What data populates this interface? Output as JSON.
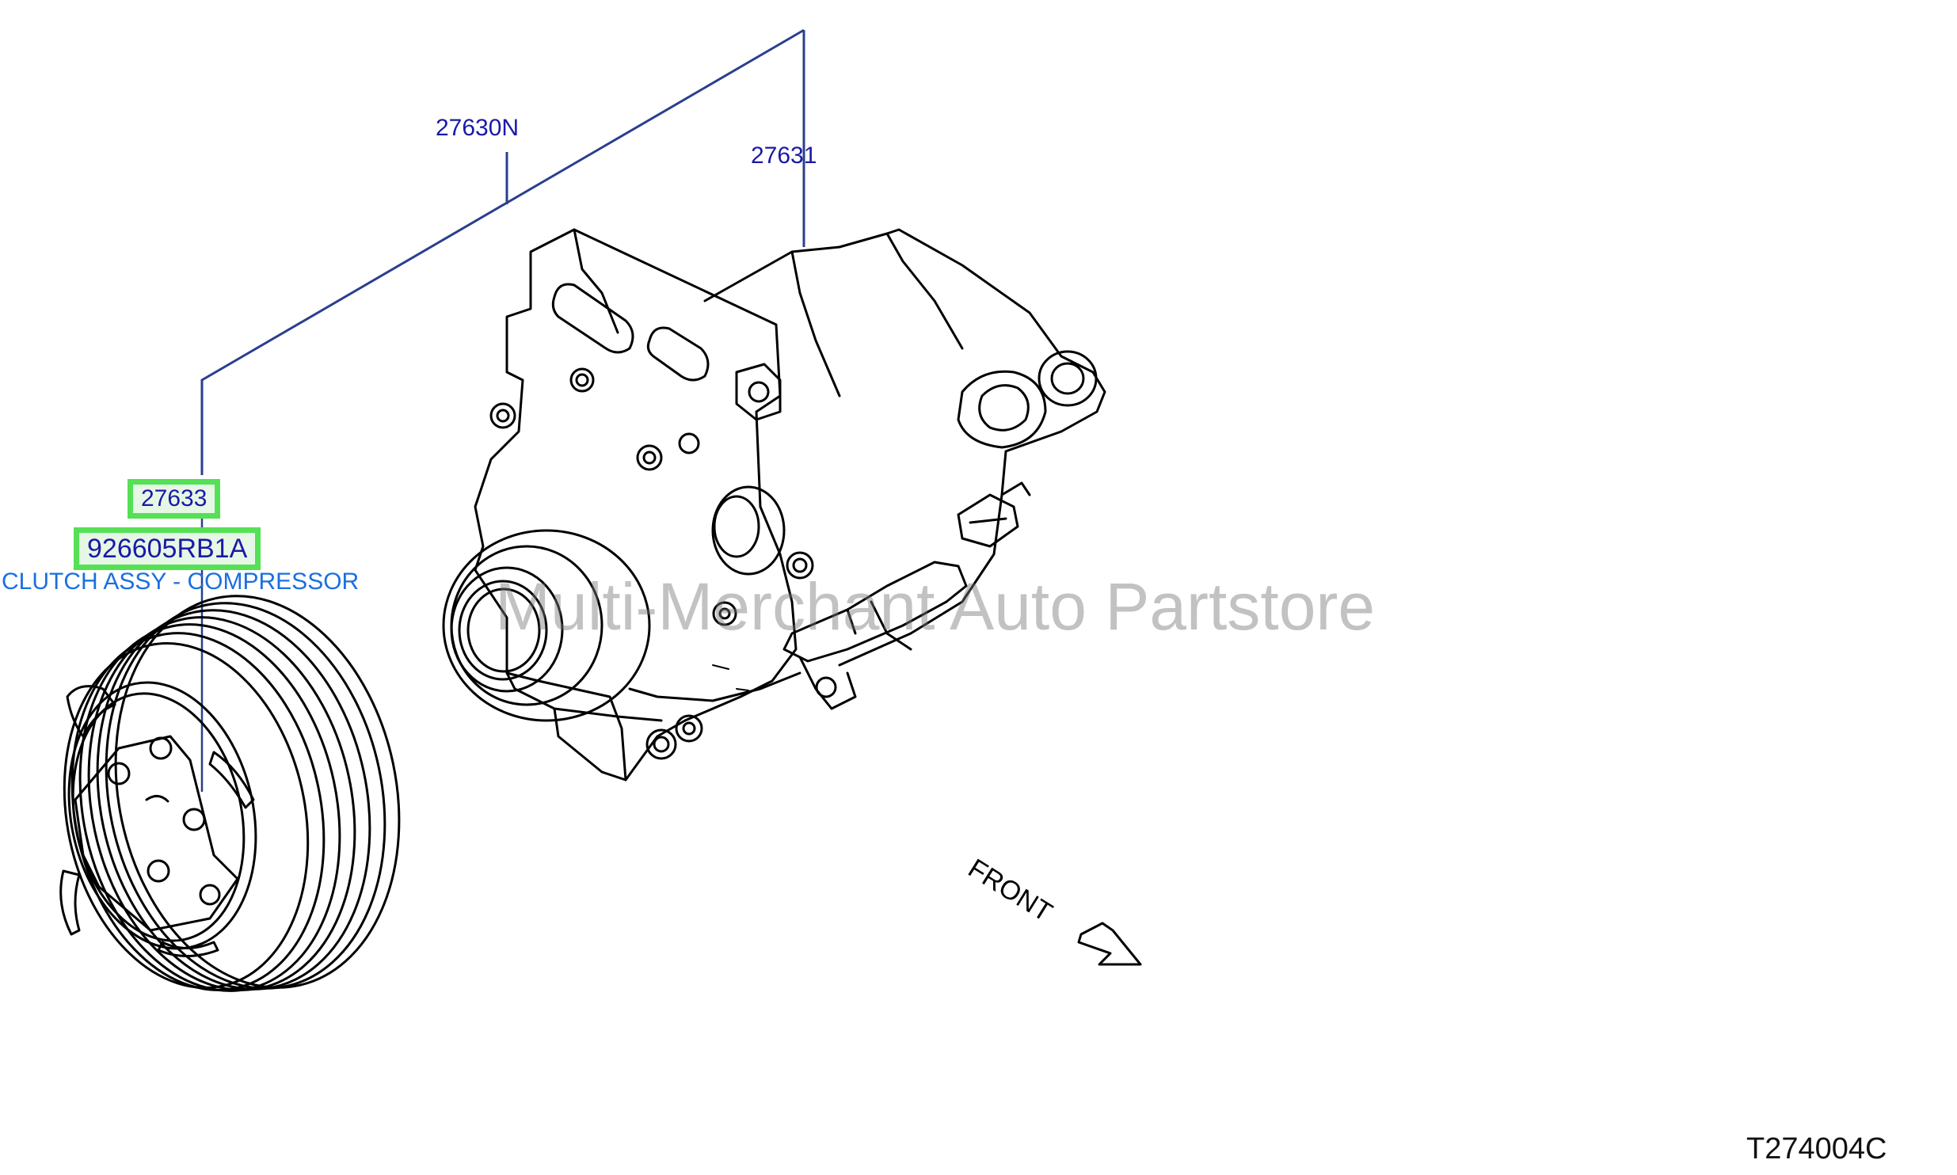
{
  "callouts": {
    "assembly": "27630N",
    "compressor": "27631",
    "clutch": "27633",
    "part_number": "926605RB1A",
    "part_description": "CLUTCH ASSY - COMPRESSOR"
  },
  "watermark": "Multi-Merchant Auto Partstore",
  "direction_label": "FRONT",
  "diagram_code": "T274004C",
  "colors": {
    "callout_text": "#1a1aa6",
    "leader_line": "#2a3f8f",
    "highlight": "#55e055",
    "description_text": "#1a6fe0",
    "drawing": "#000000"
  }
}
